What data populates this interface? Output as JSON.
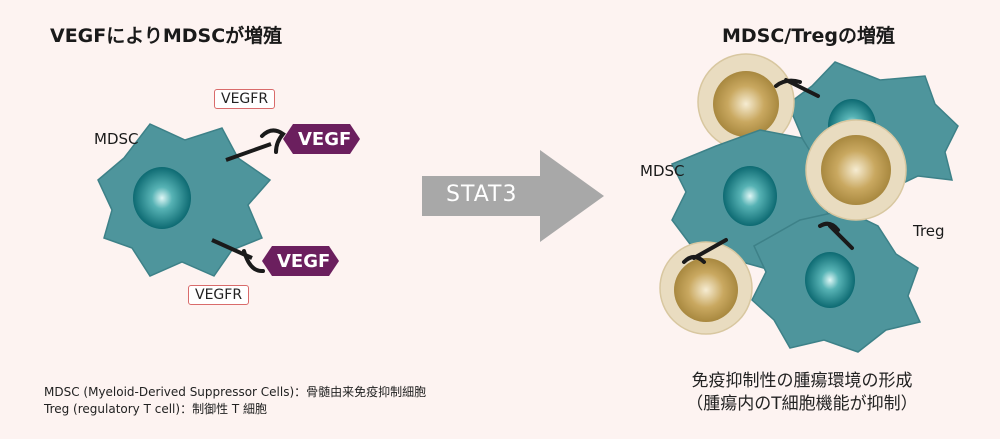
{
  "left_title": "VEGFによりMDSCが増殖",
  "right_title": "MDSC/Tregの増殖",
  "left_cell_label": "MDSC",
  "right_mdsc_label": "MDSC",
  "treg_label": "Treg",
  "receptor_label_top": "VEGFR",
  "receptor_label_bottom": "VEGFR",
  "ligand_top": "VEGF",
  "ligand_bottom": "VEGF",
  "arrow_label": "STAT3",
  "legend": {
    "line1": "MDSC (Myeloid-Derived Suppressor Cells)：骨髄由来免疫抑制細胞",
    "line2": "Treg (regulatory T cell)：制御性 T 細胞"
  },
  "caption": {
    "line1": "免疫抑制性の腫瘍環境の形成",
    "line2": "（腫瘍内のT細胞機能が抑制）"
  },
  "colors": {
    "background": "#fdf3f1",
    "mdsc_fill": "#4e959c",
    "mdsc_nucleus": "#0e6f76",
    "treg_outer": "#e9dcc0",
    "treg_inner": "#b99a52",
    "vegf": "#6b1f5e",
    "arrow": "#a8a8a8",
    "receptor_box_border": "#d96b6b"
  }
}
